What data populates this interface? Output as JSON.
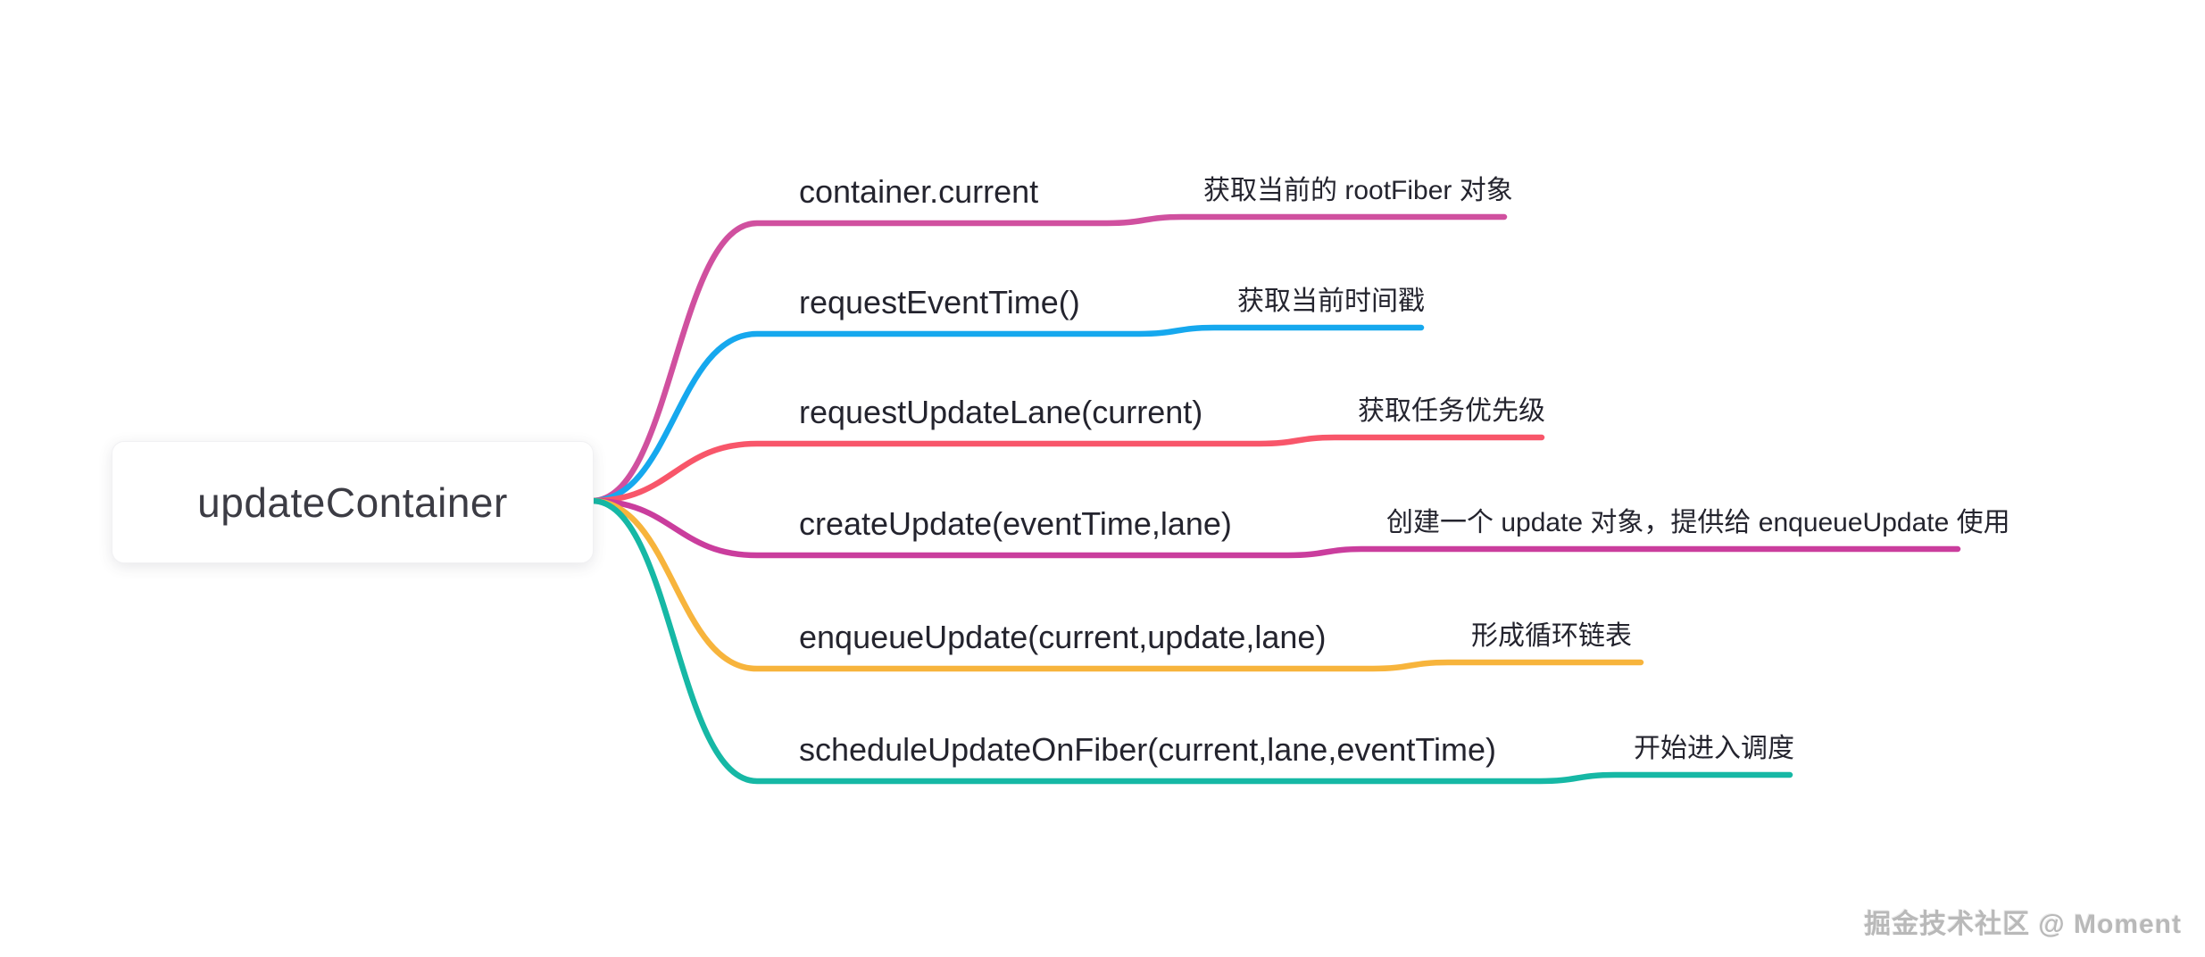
{
  "root": {
    "label": "updateContainer"
  },
  "branches": [
    {
      "id": "container-current",
      "label": "container.current",
      "note": "获取当前的 rootFiber 对象",
      "color": "#d0509f"
    },
    {
      "id": "request-event-time",
      "label": "requestEventTime()",
      "note": "获取当前时间戳",
      "color": "#16a8ee"
    },
    {
      "id": "request-update-lane",
      "label": "requestUpdateLane(current)",
      "note": "获取任务优先级",
      "color": "#f8566a"
    },
    {
      "id": "create-update",
      "label": "createUpdate(eventTime,lane)",
      "note": "创建一个 update 对象，提供给 enqueueUpdate 使用",
      "color": "#ca3d9d"
    },
    {
      "id": "enqueue-update",
      "label": "enqueueUpdate(current,update,lane)",
      "note": "形成循环链表",
      "color": "#f7b43c"
    },
    {
      "id": "schedule-update-on-fiber",
      "label": "scheduleUpdateOnFiber(current,lane,eventTime)",
      "note": "开始进入调度",
      "color": "#16b8a5"
    }
  ],
  "watermark": "掘金技术社区 @ Moment",
  "colors": {
    "canvas_background": "#ffffff",
    "node_background": "#ffffff",
    "node_text": "#3c3c44",
    "branch_text": "#24242e",
    "watermark_text": "#b9b9b9"
  }
}
